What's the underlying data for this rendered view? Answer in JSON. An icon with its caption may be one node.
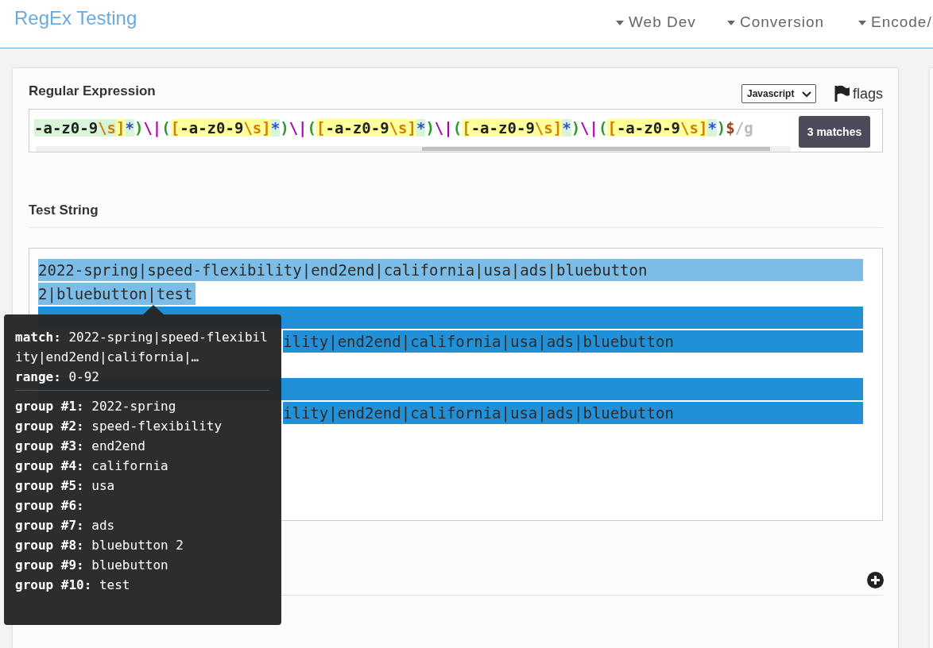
{
  "diagram": {
    "title": "RegEx Testing",
    "labels": [
      "Web Dev",
      "Conversion",
      "Encode/",
      "Regular Expression",
      "Javascript",
      "flags",
      "-a-z0-9\\s]*)\\|([-a-z0-9\\s]*)\\|([-a-z0-9\\s]*)\\|([-a-z0-9\\s]*)\\|([-a-z0-9\\s]*)$/g",
      "3 matches",
      "Test String",
      "2022-spring|speed-flexibility|end2end|california|usa|ads|bluebutton",
      "2|bluebutton|test",
      "ility|end2end|california|usa|ads|bluebutton",
      "ility|end2end|california|usa|ads|bluebutton",
      "**match:** 2022-spring|speed-flexibility|end2end|california|…",
      "**range:** 0-92",
      "**group #1:** 2022-spring",
      "**group #2:** speed-flexibility",
      "**group #3:** end2end",
      "**group #4:** california",
      "**group #5:** usa",
      "**group #6:**",
      "**group #7:** ads",
      "**group #8:** bluebutton 2",
      "**group #9:** bluebutton",
      "**group #10:** test"
    ]
  }
}
